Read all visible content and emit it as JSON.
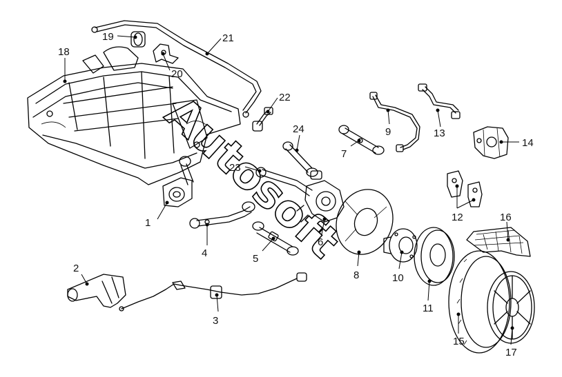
{
  "watermark": "Autosoft",
  "callouts": [
    {
      "id": "c1",
      "text": "1"
    },
    {
      "id": "c2",
      "text": "2"
    },
    {
      "id": "c3",
      "text": "3"
    },
    {
      "id": "c4",
      "text": "4"
    },
    {
      "id": "c5",
      "text": "5"
    },
    {
      "id": "c6",
      "text": "6"
    },
    {
      "id": "c7",
      "text": "7"
    },
    {
      "id": "c8",
      "text": "8"
    },
    {
      "id": "c9",
      "text": "9"
    },
    {
      "id": "c10",
      "text": "10"
    },
    {
      "id": "c11",
      "text": "11"
    },
    {
      "id": "c12",
      "text": "12"
    },
    {
      "id": "c13",
      "text": "13"
    },
    {
      "id": "c14",
      "text": "14"
    },
    {
      "id": "c15",
      "text": "15"
    },
    {
      "id": "c16",
      "text": "16"
    },
    {
      "id": "c17",
      "text": "17"
    },
    {
      "id": "c18",
      "text": "18"
    },
    {
      "id": "c19",
      "text": "19"
    },
    {
      "id": "c20",
      "text": "20"
    },
    {
      "id": "c21",
      "text": "21"
    },
    {
      "id": "c22",
      "text": "22"
    },
    {
      "id": "c23",
      "text": "23"
    },
    {
      "id": "c24",
      "text": "24"
    }
  ]
}
